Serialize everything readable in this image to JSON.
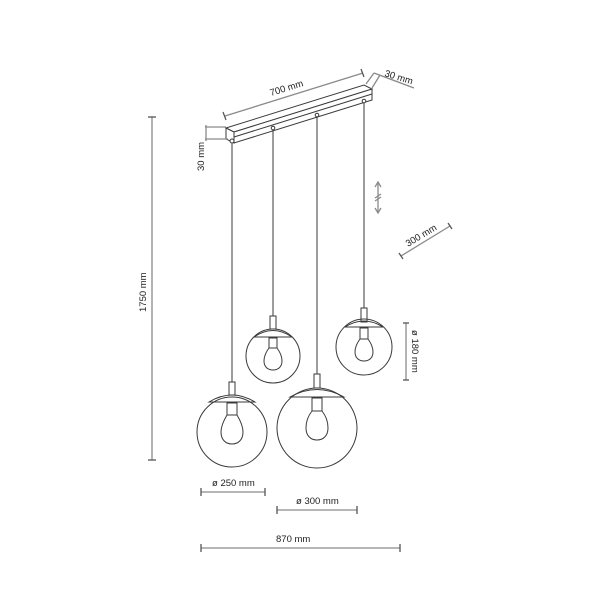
{
  "diagram": {
    "type": "technical-dimension-drawing",
    "subject": "4-globe linear pendant lamp",
    "dimensions": {
      "bar_length": "700 mm",
      "bar_depth": "30 mm",
      "bar_height": "30 mm",
      "total_height": "1750 mm",
      "adjustable_offset": "300 mm",
      "small_globe_diameter": "ø 180 mm",
      "medium_globe_diameter": "ø 250 mm",
      "large_globe_diameter": "ø 300 mm",
      "total_width": "870 mm"
    },
    "globes": [
      {
        "name": "medium-globe-left",
        "diameter": "250 mm"
      },
      {
        "name": "small-globe-center-left",
        "diameter": "180 mm"
      },
      {
        "name": "large-globe-center",
        "diameter": "300 mm"
      },
      {
        "name": "small-globe-right",
        "diameter": "180 mm"
      }
    ],
    "colors": {
      "line": "#3a3a3a",
      "dimension_line": "#8a8a8a",
      "background": "#ffffff"
    }
  }
}
